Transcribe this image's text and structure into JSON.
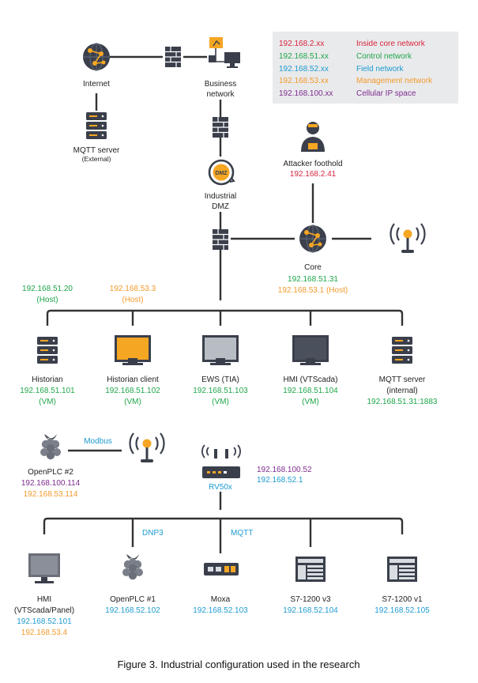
{
  "colors": {
    "red": "#d7263d",
    "green": "#1fa64a",
    "blue": "#1d9bd1",
    "orange": "#f39a2c",
    "purple": "#7d2b8e",
    "dark": "#3a3f4b",
    "screen_orange": "#f5a623"
  },
  "legend": [
    {
      "ip": "192.168.2.xx",
      "label": "Inside core network",
      "color": "red"
    },
    {
      "ip": "192.168.51.xx",
      "label": "Control network",
      "color": "green"
    },
    {
      "ip": "192.168.52.xx",
      "label": "Field network",
      "color": "blue"
    },
    {
      "ip": "192.168.53.xx",
      "label": "Management network",
      "color": "orange"
    },
    {
      "ip": "192.168.100.xx",
      "label": "Cellular IP space",
      "color": "purple"
    }
  ],
  "nodes": {
    "internet": {
      "label": "Internet"
    },
    "business": {
      "label1": "Business",
      "label2": "network"
    },
    "mqtt_ext": {
      "label1": "MQTT server",
      "label2": "(External)"
    },
    "dmz": {
      "icon_text": "DMZ",
      "label1": "Industrial",
      "label2": "DMZ"
    },
    "attacker": {
      "label": "Attacker foothold",
      "ip": "192.168.2.41"
    },
    "core": {
      "label": "Core",
      "ip1": "192.168.51.31",
      "ip2": "192.168.53.1 (Host)"
    },
    "host_green": {
      "ip": "192.168.51.20",
      "sub": "(Host)"
    },
    "host_orange": {
      "ip": "192.168.53.3",
      "sub": "(Host)"
    },
    "historian": {
      "label": "Historian",
      "ip": "192.168.51.101",
      "sub": "(VM)"
    },
    "historian_client": {
      "label": "Historian client",
      "ip": "192.168.51.102",
      "sub": "(VM)"
    },
    "ews": {
      "label": "EWS (TIA)",
      "ip": "192.168.51.103",
      "sub": "(VM)"
    },
    "hmi_vt": {
      "label": "HMI (VTScada)",
      "ip": "192.168.51.104",
      "sub": "(VM)"
    },
    "mqtt_int": {
      "label1": "MQTT server",
      "label2": "(internal)",
      "ip": "192.168.51.31:1883"
    },
    "openplc2": {
      "label": "OpenPLC #2",
      "ip1": "192.168.100.114",
      "ip2": "192.168.53.114"
    },
    "modbus": {
      "label": "Modbus"
    },
    "rv50x": {
      "label": "RV50x",
      "ip1": "192.168.100.52",
      "ip2": "192.168.52.1"
    },
    "dnp3": {
      "label": "DNP3"
    },
    "mqtt_proto": {
      "label": "MQTT"
    },
    "hmi_panel": {
      "label1": "HMI",
      "label2": "(VTScada/Panel)",
      "ip1": "192.168.52.101",
      "ip2": "192.168.53.4"
    },
    "openplc1": {
      "label": "OpenPLC #1",
      "ip": "192.168.52.102"
    },
    "moxa": {
      "label": "Moxa",
      "ip": "192.168.52.103"
    },
    "s7_v3": {
      "label": "S7-1200 v3",
      "ip": "192.168.52.104"
    },
    "s7_v1": {
      "label": "S7-1200 v1",
      "ip": "192.168.52.105"
    }
  },
  "caption": "Figure 3. Industrial configuration used in the research"
}
